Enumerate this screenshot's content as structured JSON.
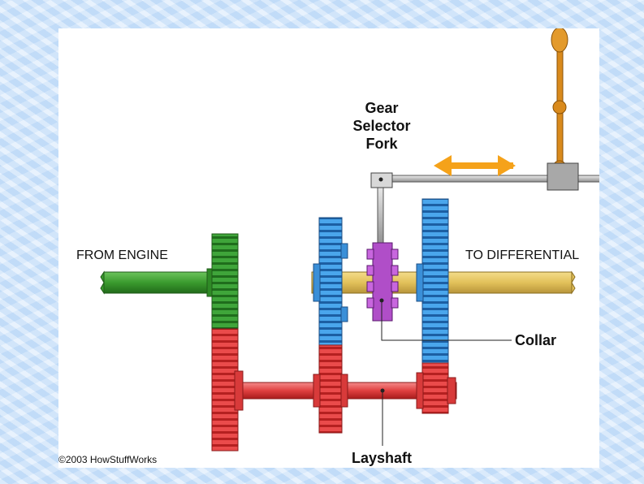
{
  "labels": {
    "gear_selector_fork": [
      "Gear",
      "Selector",
      "Fork"
    ],
    "from_engine": "FROM ENGINE",
    "to_differential": "TO DIFFERENTIAL",
    "collar": "Collar",
    "layshaft": "Layshaft",
    "copyright": "©2003 HowStuffWorks"
  },
  "colors": {
    "input_shaft": "#3a9a2e",
    "output_shaft": "#e2c15a",
    "layshaft": "#e04040",
    "blue_gear": "#3a8fd8",
    "collar": "#b04ec8",
    "selector": "#c9c9c9",
    "lever": "#d98a1c",
    "arrow": "#f5a21a"
  }
}
